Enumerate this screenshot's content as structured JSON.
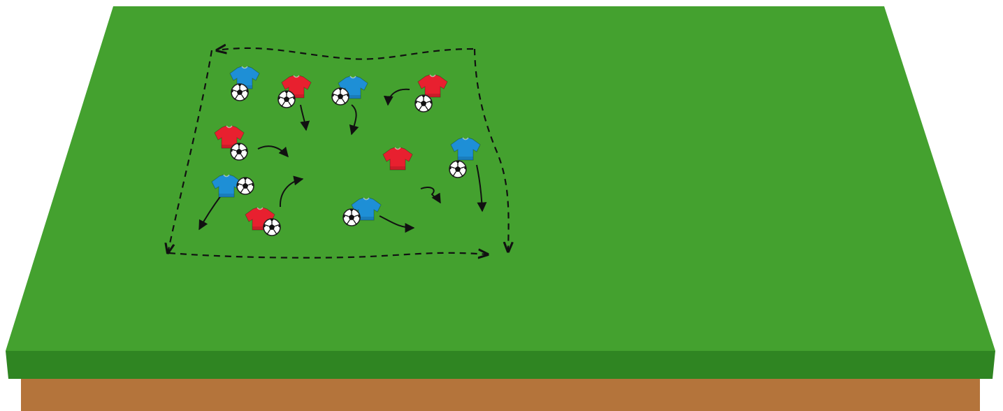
{
  "colors": {
    "pitch_top": "#44a12f",
    "pitch_front": "#2f8522",
    "soil": "#b4743b",
    "team_red": "#e8202f",
    "team_blue": "#1e8fd6",
    "arrow": "#111111",
    "background": "#ffffff"
  },
  "players": [
    {
      "id": "p1",
      "team": "blue",
      "has_ball": true
    },
    {
      "id": "p2",
      "team": "red",
      "has_ball": true
    },
    {
      "id": "p3",
      "team": "blue",
      "has_ball": true
    },
    {
      "id": "p4",
      "team": "red",
      "has_ball": true
    },
    {
      "id": "p5",
      "team": "red",
      "has_ball": true
    },
    {
      "id": "p6",
      "team": "red",
      "has_ball": false
    },
    {
      "id": "p7",
      "team": "blue",
      "has_ball": true
    },
    {
      "id": "p8",
      "team": "blue",
      "has_ball": true
    },
    {
      "id": "p9",
      "team": "red",
      "has_ball": true
    },
    {
      "id": "p10",
      "team": "blue",
      "has_ball": true
    }
  ],
  "movement_arrows": [
    {
      "id": "a1",
      "style": "solid"
    },
    {
      "id": "a2",
      "style": "solid"
    },
    {
      "id": "a3",
      "style": "solid"
    },
    {
      "id": "a4",
      "style": "solid"
    },
    {
      "id": "a5",
      "style": "solid"
    },
    {
      "id": "a6",
      "style": "solid"
    },
    {
      "id": "a7",
      "style": "solid"
    },
    {
      "id": "a8",
      "style": "solid"
    },
    {
      "id": "a9",
      "style": "solid"
    }
  ],
  "area_boundary": {
    "style": "dashed",
    "sides": 4
  }
}
